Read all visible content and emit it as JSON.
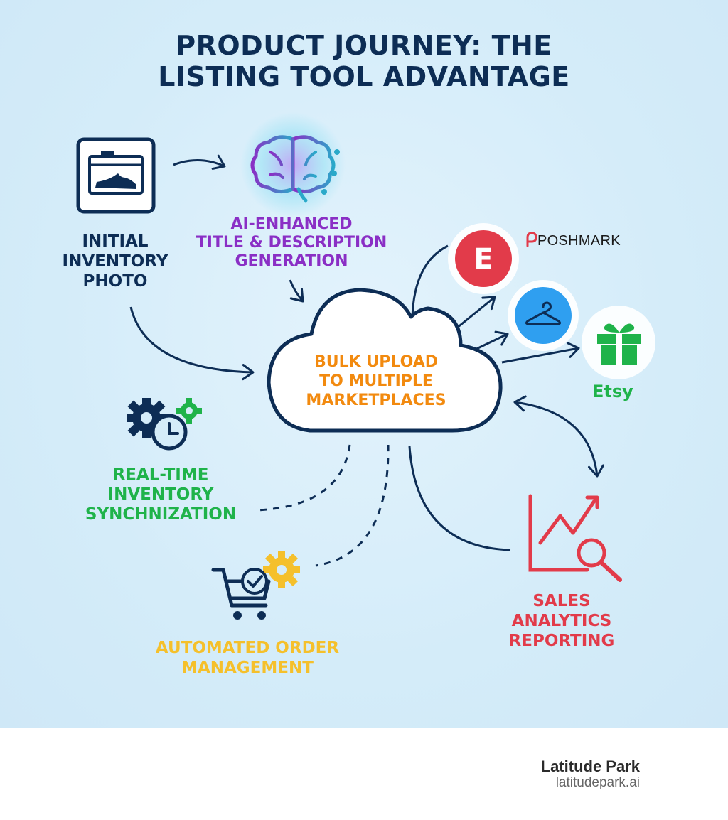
{
  "title": {
    "line1": "PRODUCT JOURNEY: THE",
    "line2": "LISTING TOOL ADVANTAGE"
  },
  "steps": {
    "photo": {
      "lines": [
        "INITIAL",
        "INVENTORY",
        "PHOTO"
      ],
      "icon": "shoe-box-photo-icon"
    },
    "ai": {
      "lines": [
        "AI-ENHANCED",
        "TITLE & DESCRIPTION",
        "GENERATION"
      ],
      "icon": "ai-brain-icon"
    },
    "upload": {
      "lines": [
        "BULK UPLOAD",
        "TO MULTIPLE",
        "MARKETPLACES"
      ],
      "icon": "cloud-icon"
    },
    "sync": {
      "lines": [
        "REAL-TIME",
        "INVENTORY",
        "SYNCHNIZATION"
      ],
      "icon": "gears-clock-icon"
    },
    "orders": {
      "lines": [
        "AUTOMATED ORDER",
        "MANAGEMENT"
      ],
      "icon": "cart-check-gear-icon"
    },
    "analytics": {
      "lines": [
        "SALES",
        "ANALYTICS",
        "REPORTING"
      ],
      "icon": "chart-magnifier-icon"
    }
  },
  "marketplaces": {
    "ebay": {
      "letter": "E",
      "icon": "marketplace-e-icon"
    },
    "poshmark": {
      "name": "POSHMARK",
      "icon": "hanger-icon"
    },
    "etsy": {
      "name": "Etsy",
      "icon": "gift-icon"
    }
  },
  "brand": {
    "name": "Latitude Park",
    "url": "latitudepark.ai"
  },
  "colors": {
    "navy": "#0d2d55",
    "purple": "#8a2fc5",
    "orange": "#f28a0f",
    "green": "#1fb34a",
    "yellow": "#f5c02b",
    "red": "#e23b4a",
    "blue": "#2f9ff0",
    "background": "#d4ecf9"
  }
}
